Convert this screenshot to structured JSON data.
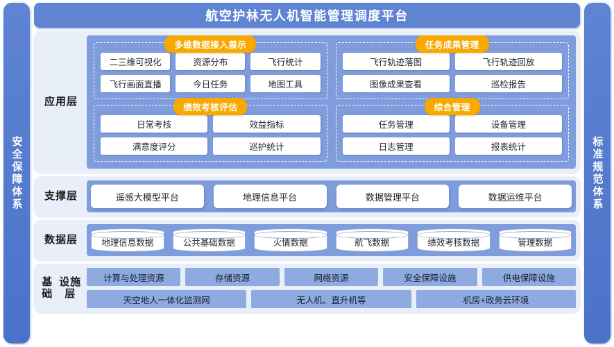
{
  "title": "航空护林无人机智能管理调度平台",
  "left_rail": {
    "label": "安全保障体系"
  },
  "right_rail": {
    "label": "标准规范体系"
  },
  "colors": {
    "title_bg": "#5e84d2",
    "rail_bg": "#4a72c8",
    "layer_bg": "#e9eff9",
    "band_bg": "#7f9ddd",
    "badge_bg": "#f7a900",
    "infra_box_bg": "#8eaae0",
    "tile_bg": "#ffffff"
  },
  "layers": [
    {
      "name": "应用层",
      "groups": [
        {
          "badge": "多维数据接入展示",
          "rows": [
            [
              "二三维可视化",
              "资源分布",
              "飞行统计"
            ],
            [
              "飞行画面直播",
              "今日任务",
              "地图工具"
            ]
          ]
        },
        {
          "badge": "任务成果管理",
          "rows": [
            [
              "飞行轨迹落图",
              "飞行轨迹回放"
            ],
            [
              "图像成果查看",
              "巡检报告"
            ]
          ]
        },
        {
          "badge": "绩效考核评估",
          "rows": [
            [
              "日常考核",
              "效益指标"
            ],
            [
              "满意度评分",
              "巡护统计"
            ]
          ]
        },
        {
          "badge": "综合管理",
          "rows": [
            [
              "任务管理",
              "设备管理"
            ],
            [
              "日志管理",
              "报表统计"
            ]
          ]
        }
      ]
    },
    {
      "name": "支撑层",
      "items": [
        "遥感大模型平台",
        "地理信息平台",
        "数据管理平台",
        "数据运维平台"
      ]
    },
    {
      "name": "数据层",
      "items": [
        "地理信息数据",
        "公共基础数据",
        "火情数据",
        "航飞数据",
        "绩效考核数据",
        "管理数据"
      ]
    },
    {
      "name": "基础设施层",
      "label_lines": [
        "基础",
        "设施层"
      ],
      "row1": [
        "计算与处理资源",
        "存储资源",
        "网络资源",
        "安全保障设施",
        "供电保障设施"
      ],
      "row2": [
        "天空地人一体化监测网",
        "无人机、直升机等",
        "机房+政务云环境"
      ]
    }
  ]
}
